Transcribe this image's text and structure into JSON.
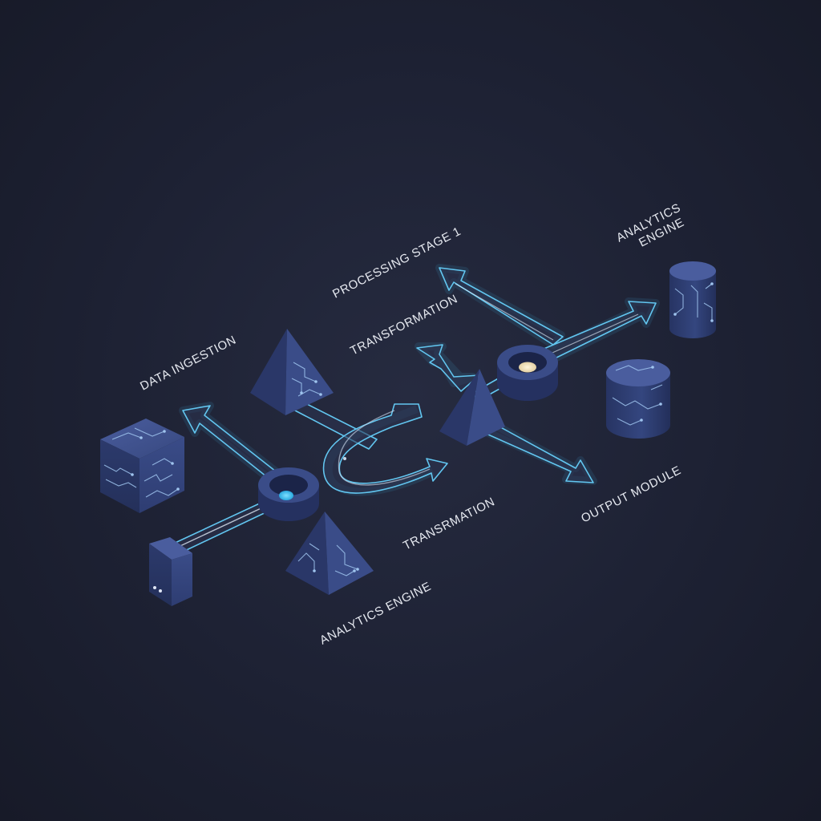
{
  "labels": {
    "data_ingestion": "DATA INGESTION",
    "processing_stage_1": "PROCESSING STAGE 1",
    "transformation_top": "TRANSFORMATION",
    "analytics_engine_top_line1": "ANALYTICS",
    "analytics_engine_top_line2": "ENGINE",
    "transformation_bottom": "TRANSRMATION",
    "analytics_engine_bottom": "ANALYTICS ENGINE",
    "output_module": "OUTPUT MODULE"
  },
  "colors": {
    "background": "#1d2133",
    "node_fill": "#2f3f74",
    "node_dark": "#1f2a52",
    "flow_stroke": "#62c6f0",
    "circuit": "#9fc4ee",
    "hub_cyan": "#4cc9f0",
    "hub_cream": "#f3e6c4"
  },
  "nodes": [
    {
      "name": "data-ingestion-cube",
      "shape": "cube"
    },
    {
      "name": "server-slab",
      "shape": "slab"
    },
    {
      "name": "hub-cyan",
      "shape": "disc"
    },
    {
      "name": "pyramid-processing",
      "shape": "pyramid"
    },
    {
      "name": "pyramid-analytics",
      "shape": "pyramid"
    },
    {
      "name": "pyramid-center",
      "shape": "pyramid"
    },
    {
      "name": "hub-cream",
      "shape": "disc"
    },
    {
      "name": "cylinder-analytics-engine",
      "shape": "cylinder"
    },
    {
      "name": "cylinder-storage",
      "shape": "cylinder"
    }
  ]
}
